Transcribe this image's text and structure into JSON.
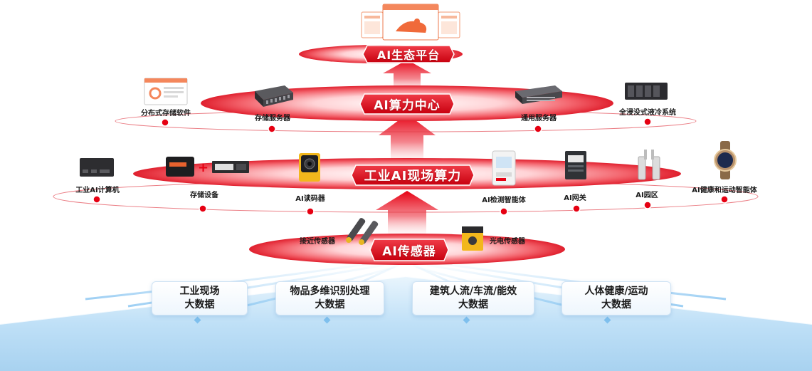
{
  "colors": {
    "accent_red": "#e60012",
    "base_blue": "#bfe0f7",
    "text_dark": "#1a1a1a"
  },
  "tiers": {
    "platform": {
      "title": "AI生态平台"
    },
    "compute_center": {
      "title": "AI算力中心"
    },
    "edge_compute": {
      "title": "工业AI现场算力"
    },
    "sensor": {
      "title": "AI传感器"
    }
  },
  "compute_center_items": [
    "分布式存储软件",
    "存储服务器",
    "通用服务器",
    "全浸没式液冷系统"
  ],
  "edge_items": [
    "工业AI计算机",
    "存储设备",
    "AI读码器",
    "AI检测智能体",
    "AI网关",
    "AI园区",
    "AI健康和运动智能体"
  ],
  "sensor_items": [
    "接近传感器",
    "光电传感器"
  ],
  "data_sources": [
    {
      "line1": "工业现场",
      "line2": "大数据"
    },
    {
      "line1": "物品多维识别处理",
      "line2": "大数据"
    },
    {
      "line1": "建筑人流/车流/能效",
      "line2": "大数据"
    },
    {
      "line1": "人体健康/运动",
      "line2": "大数据"
    }
  ],
  "plus_symbol": "+"
}
